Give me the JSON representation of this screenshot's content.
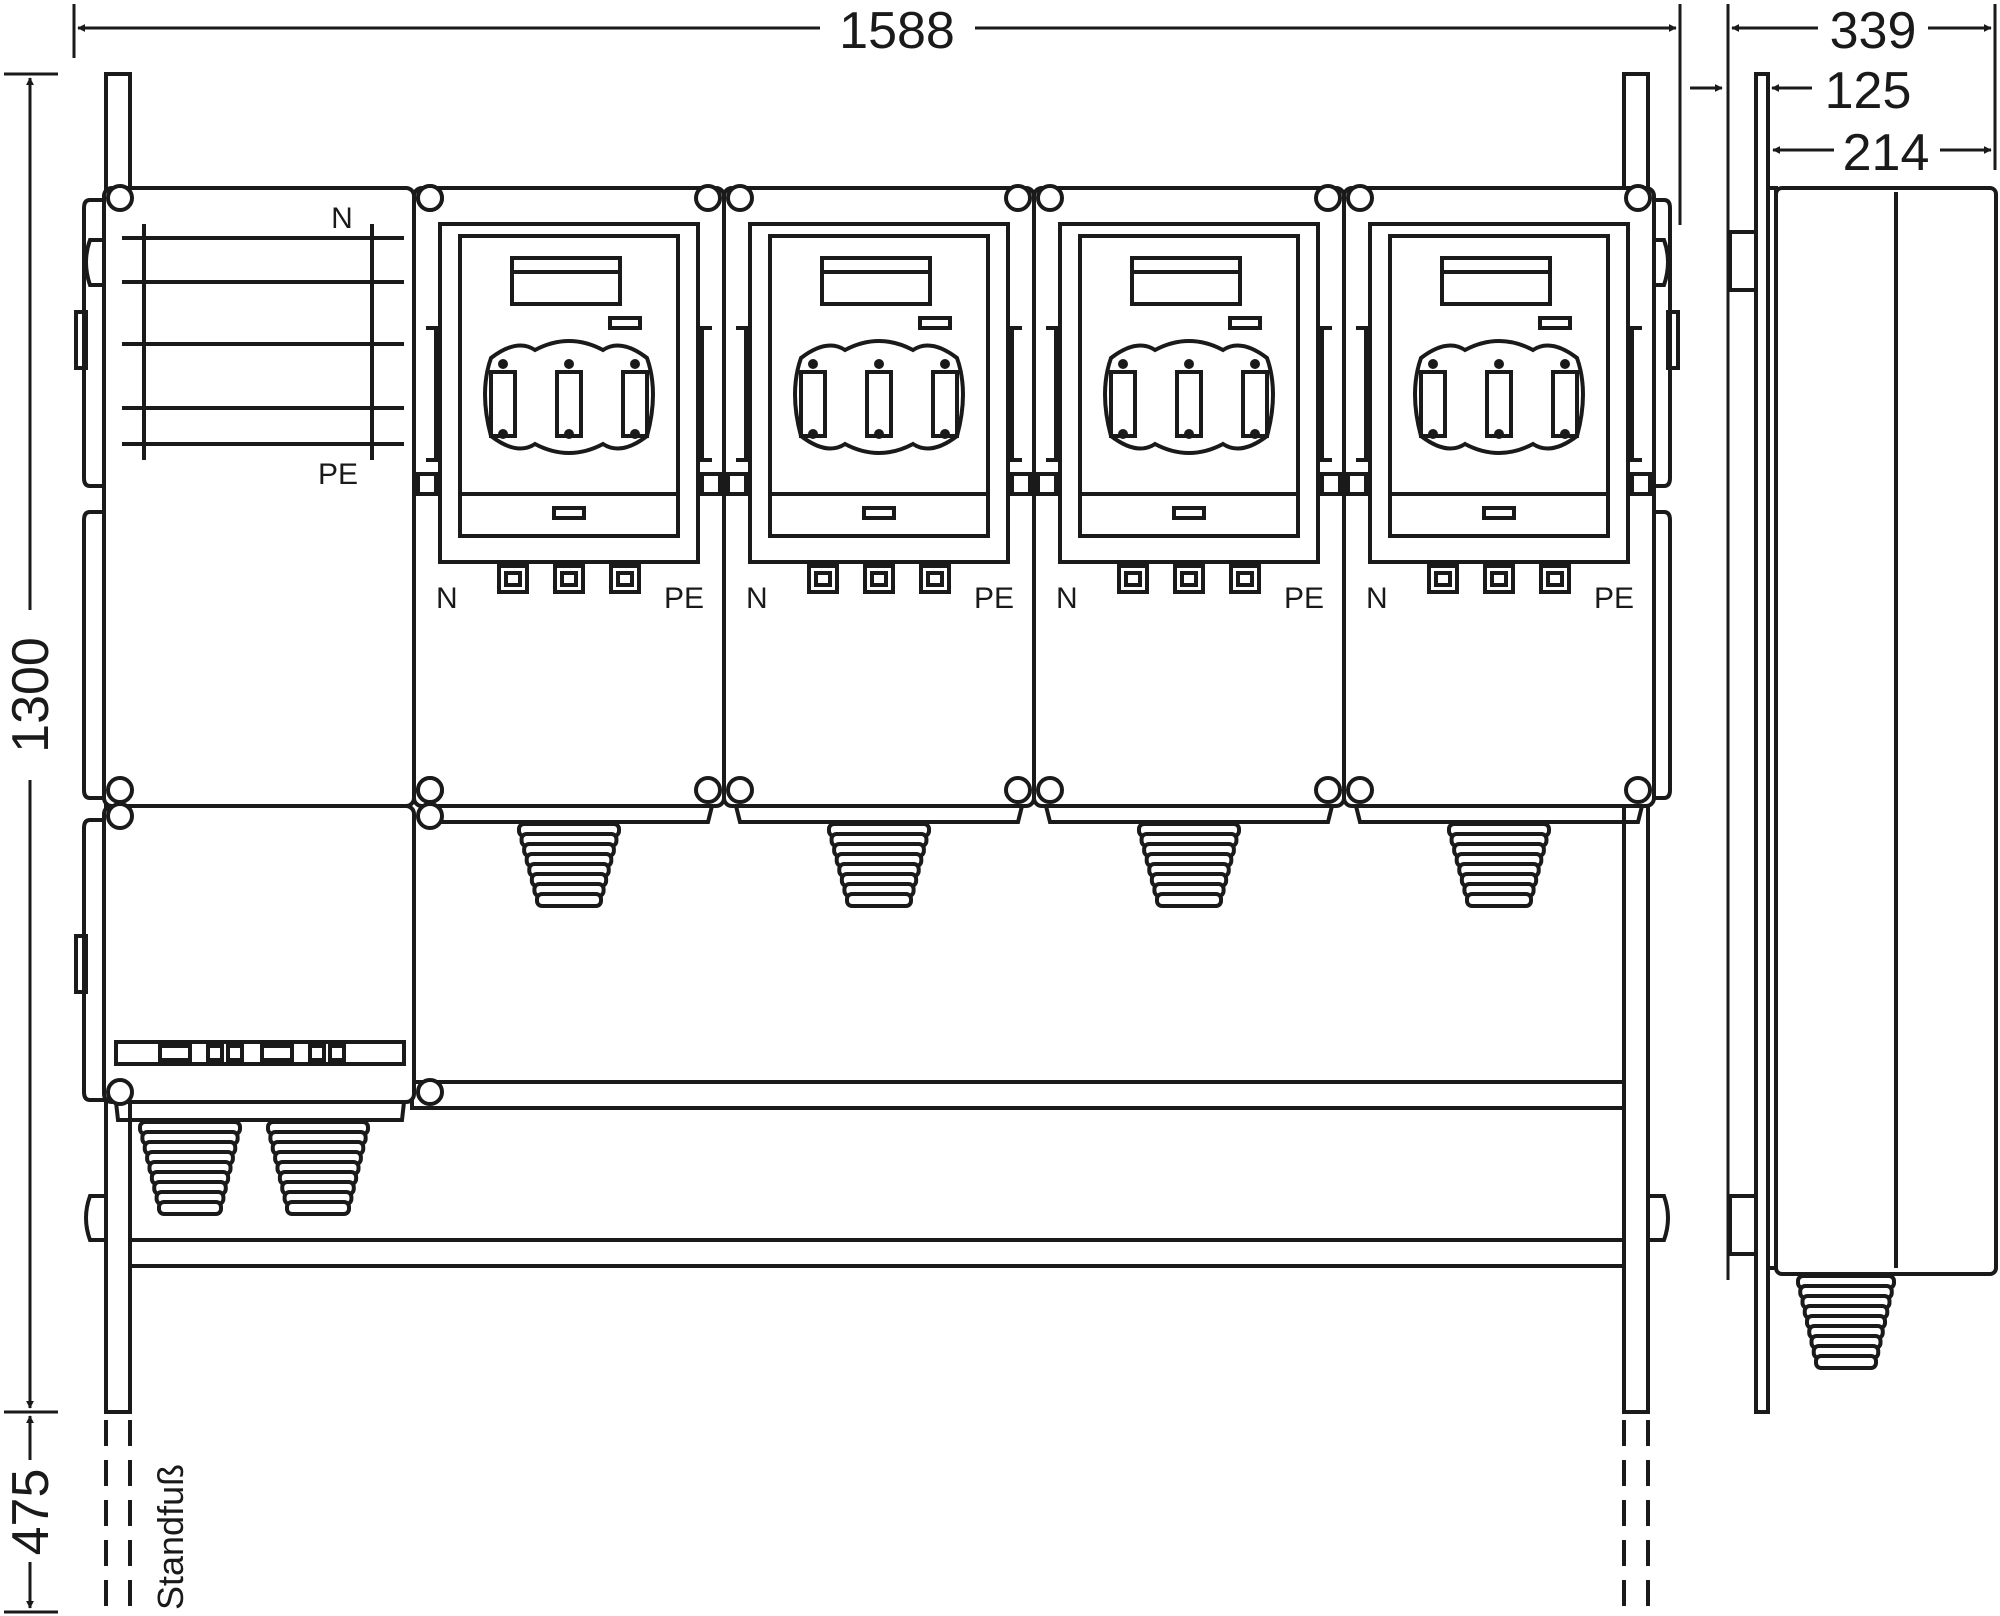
{
  "dimensions": {
    "width": "1588",
    "height": "1300",
    "foot": "475",
    "depth_total": "339",
    "depth_rear": "125",
    "depth_front": "214"
  },
  "labels": {
    "n": "N",
    "pe": "PE",
    "foot": "Standfuß"
  },
  "modules": [
    {
      "n": "N",
      "pe": "PE"
    },
    {
      "n": "N",
      "pe": "PE"
    },
    {
      "n": "N",
      "pe": "PE"
    },
    {
      "n": "N",
      "pe": "PE"
    }
  ]
}
